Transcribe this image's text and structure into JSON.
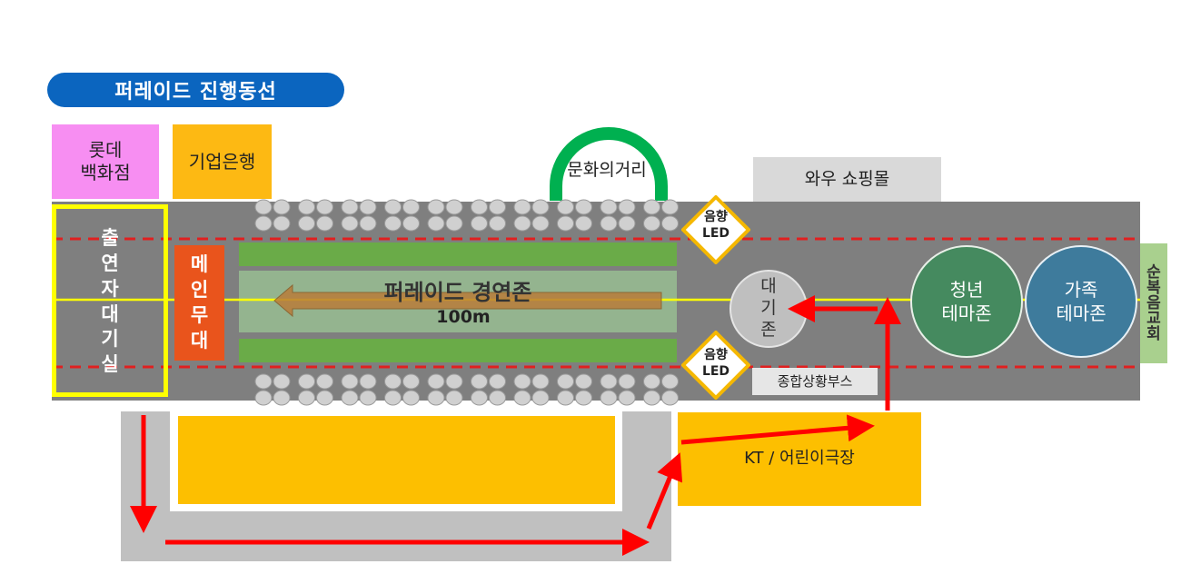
{
  "title": "퍼레이드 진행동선",
  "buildings": {
    "lotte": "롯데\n백화점",
    "ibk": "기업은행",
    "wow": "와우 쇼핑몰",
    "busan": [
      "순",
      "복",
      "음",
      "교",
      "회"
    ]
  },
  "culture_street": "문화의거리",
  "waiting_room": [
    "출",
    "연",
    "자",
    "대",
    "기",
    "실"
  ],
  "main_stage": [
    "메",
    "인",
    "무",
    "대"
  ],
  "parade_zone": {
    "title": "퍼레이드 경연존",
    "distance": "100m"
  },
  "sound_led": {
    "top": "음향\nLED",
    "bottom": "음향\nLED"
  },
  "waiting_zone": [
    "대",
    "기",
    "존"
  ],
  "theme_zones": {
    "youth": "청년\n테마존",
    "family": "가족\n테마존"
  },
  "situation_booth": "종합상황부스",
  "kt_theater": "KT / 어린이극장",
  "colors": {
    "title_bg": "#0b65bf",
    "road": "#7f7f7f",
    "route_arrow": "#ff0000",
    "parade_arrow": "#b97c3a",
    "centerline": "#ffff00",
    "boundary_dash": "#e02020",
    "culture_arch": "#00b050",
    "crowd": "#d0d0d0"
  }
}
